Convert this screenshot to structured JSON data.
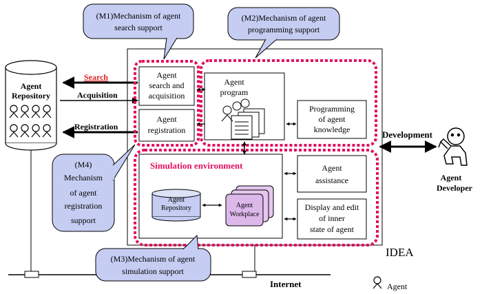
{
  "callouts": {
    "m1": [
      "(M1)Mechanism of agent",
      "search support"
    ],
    "m2": [
      "(M2)Mechanism of agent",
      "programming support"
    ],
    "m3": [
      "(M3)Mechanism of agent",
      "simulation support"
    ],
    "m4": [
      "(M4)",
      "Mechanism",
      "of agent",
      "registration",
      "support"
    ]
  },
  "repository": {
    "title_line1": "Agent",
    "title_line2": "Repository"
  },
  "arrows": {
    "search": "Search",
    "acquisition": "Acquisition",
    "registration": "Registration",
    "development": "Development"
  },
  "boxes": {
    "search_acq": [
      "Agent",
      "search and",
      "acquisition"
    ],
    "registration": [
      "Agent",
      "registration"
    ],
    "program": [
      "Agent",
      "program"
    ],
    "programming": [
      "Programming",
      "of agent",
      "knowledge"
    ],
    "assistance": [
      "Agent",
      "assistance"
    ],
    "display_edit": [
      "Display and edit",
      "of inner",
      "state of agent"
    ],
    "inner_repo": [
      "Agent",
      "Repository"
    ],
    "workplace": [
      "Agent",
      "Workplace"
    ]
  },
  "simulation_title": "Simulation environment",
  "idea_label": "IDEA",
  "internet_label": "Internet",
  "developer": [
    "Agent",
    "Developer"
  ],
  "legend_agent": "Agent",
  "colors": {
    "accent_red": "#e0115f",
    "callout_fill": "#c6cdf2",
    "search_red": "#e02020"
  }
}
